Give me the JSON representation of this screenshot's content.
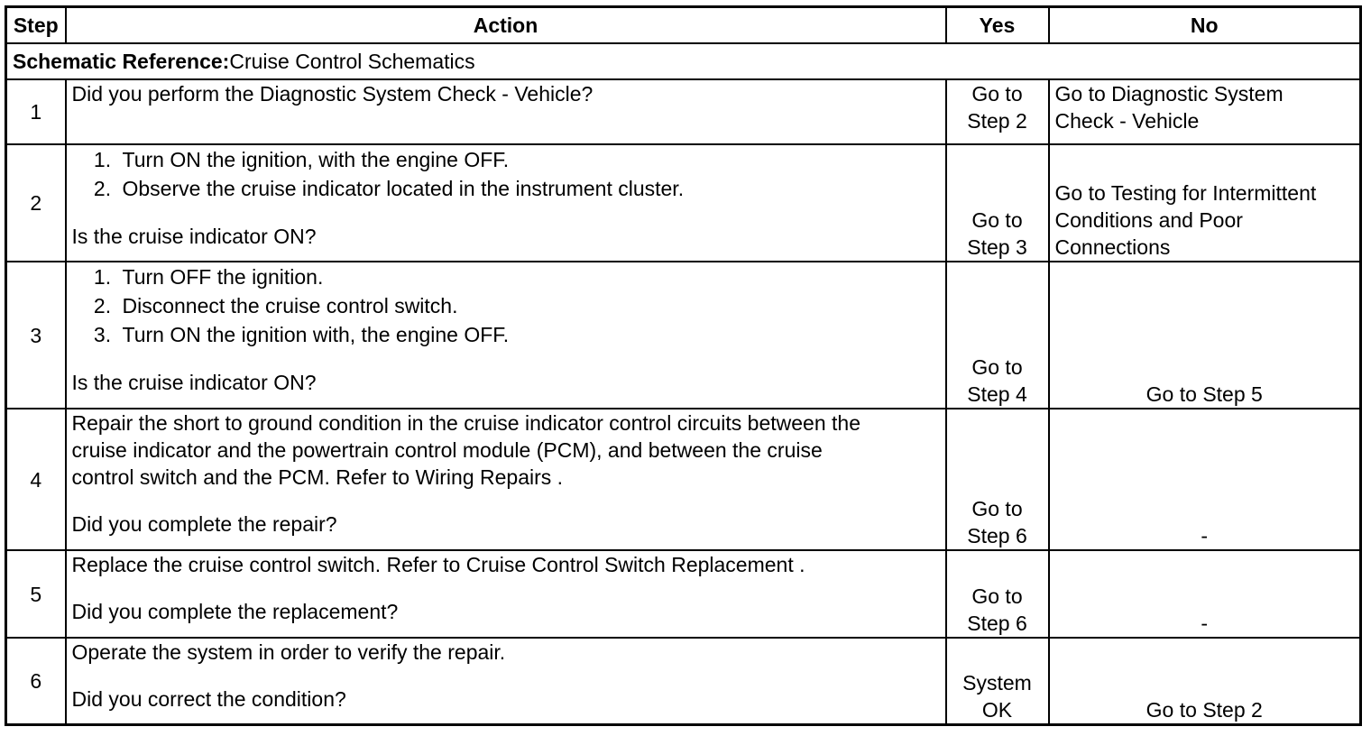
{
  "headers": {
    "step": "Step",
    "action": "Action",
    "yes": "Yes",
    "no": "No"
  },
  "schematic": {
    "label": "Schematic Reference:",
    "value": "Cruise Control Schematics"
  },
  "rows": [
    {
      "step": "1",
      "action": "Did you perform the Diagnostic System Check - Vehicle?",
      "yes": [
        "Go to",
        "Step 2"
      ],
      "no": [
        "Go to Diagnostic System",
        "Check - Vehicle"
      ]
    },
    {
      "step": "2",
      "items": [
        "Turn ON the ignition, with the engine OFF.",
        "Observe the cruise indicator located in the instrument cluster."
      ],
      "question": "Is the cruise indicator ON?",
      "yes": [
        "Go to",
        "Step 3"
      ],
      "no": [
        "Go to Testing for Intermittent",
        "Conditions and Poor",
        "Connections"
      ]
    },
    {
      "step": "3",
      "items": [
        "Turn OFF the ignition.",
        "Disconnect the cruise control switch.",
        "Turn ON the ignition with, the engine OFF."
      ],
      "question": "Is the cruise indicator ON?",
      "yes": [
        "Go to",
        "Step 4"
      ],
      "no": "Go to Step 5"
    },
    {
      "step": "4",
      "text": [
        "Repair the short to ground condition in the cruise indicator control circuits between the",
        "cruise indicator and the powertrain control module (PCM), and between the cruise",
        "control switch and the PCM. Refer to Wiring Repairs ."
      ],
      "question": "Did you complete the repair?",
      "yes": [
        "Go to",
        "Step 6"
      ],
      "no": "-"
    },
    {
      "step": "5",
      "text": "Replace the cruise control switch. Refer to Cruise Control Switch Replacement .",
      "question": "Did you complete the replacement?",
      "yes": [
        "Go to",
        "Step 6"
      ],
      "no": "-"
    },
    {
      "step": "6",
      "text": "Operate the system in order to verify the repair.",
      "question": "Did you correct the condition?",
      "yes": [
        "System",
        "OK"
      ],
      "no": "Go to Step 2"
    }
  ]
}
